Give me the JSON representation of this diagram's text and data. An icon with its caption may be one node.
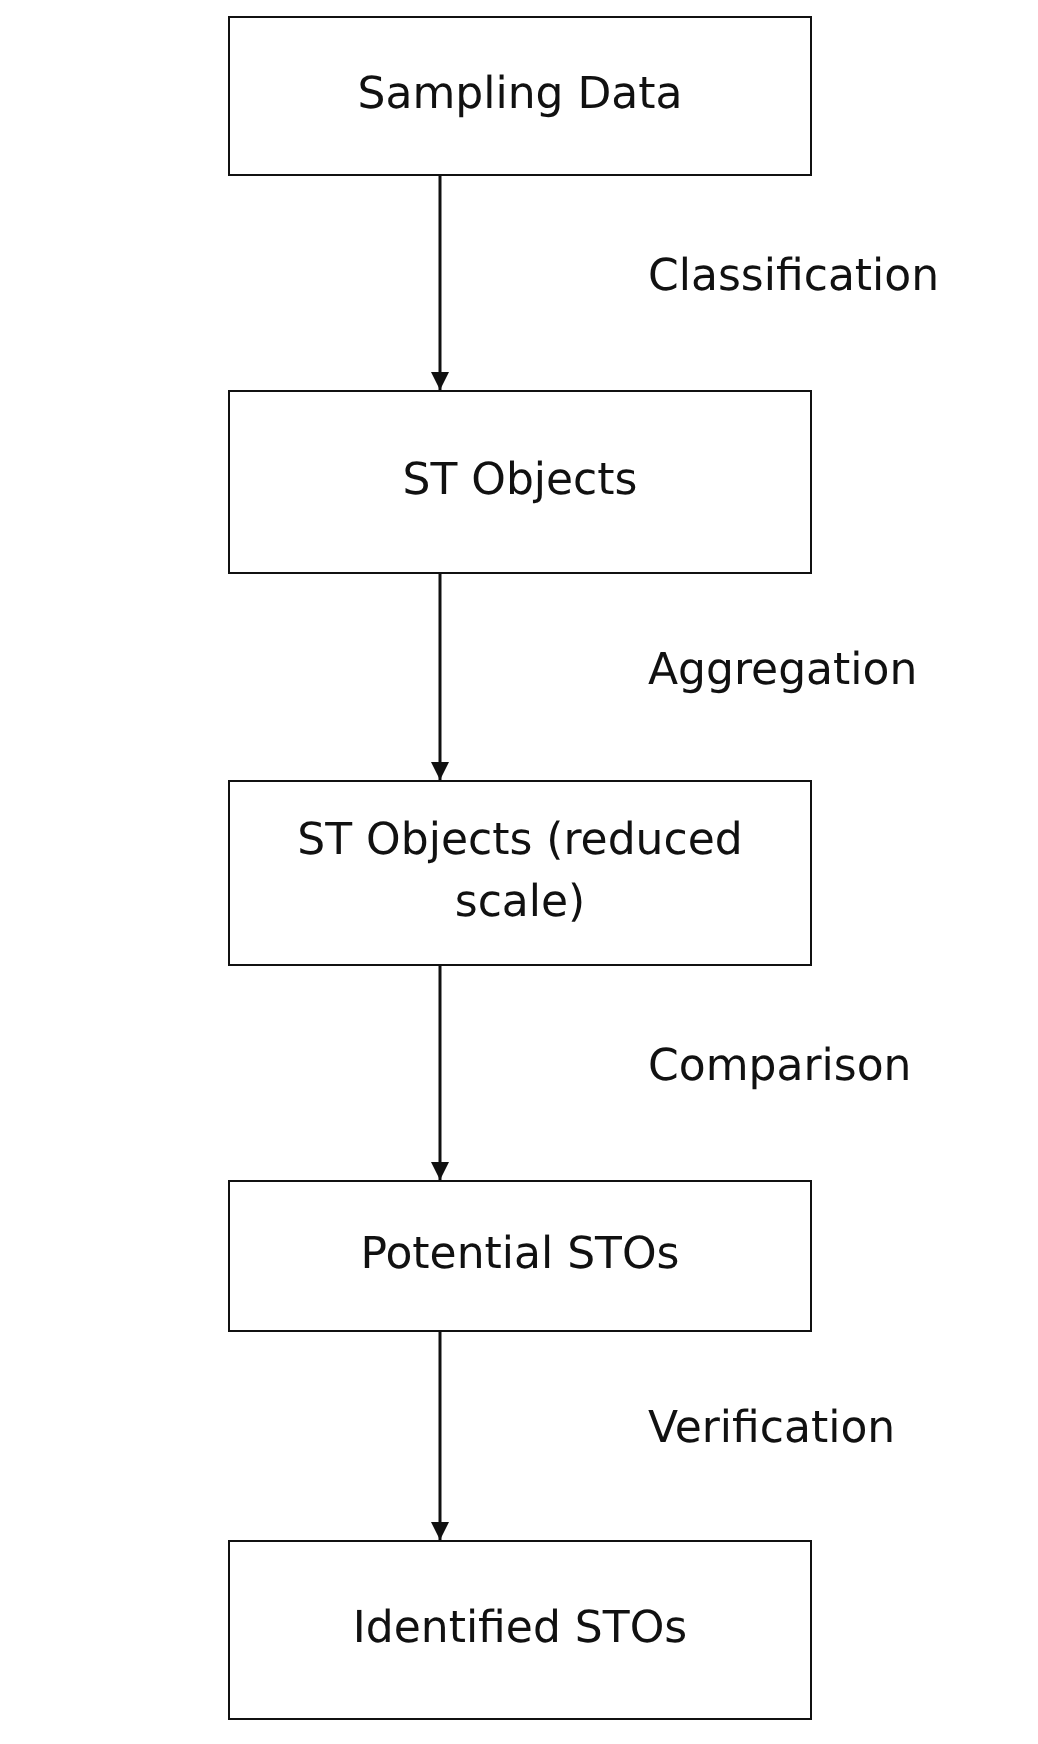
{
  "diagram": {
    "nodes": [
      {
        "text": [
          "Sampling Data"
        ]
      },
      {
        "text": [
          "ST Objects"
        ]
      },
      {
        "text": [
          "ST Objects (reduced scale)"
        ]
      },
      {
        "text": [
          "Potential STOs"
        ]
      },
      {
        "text": [
          "Identified STOs"
        ]
      }
    ],
    "edges": [
      {
        "from": 0,
        "to": 1,
        "arrow": "to",
        "label": "Classification"
      },
      {
        "from": 1,
        "to": 2,
        "arrow": "to",
        "label": "Aggregation"
      },
      {
        "from": 2,
        "to": 3,
        "arrow": "to",
        "label": "Comparison"
      },
      {
        "from": 3,
        "to": 4,
        "arrow": "to",
        "label": "Verification"
      }
    ]
  }
}
